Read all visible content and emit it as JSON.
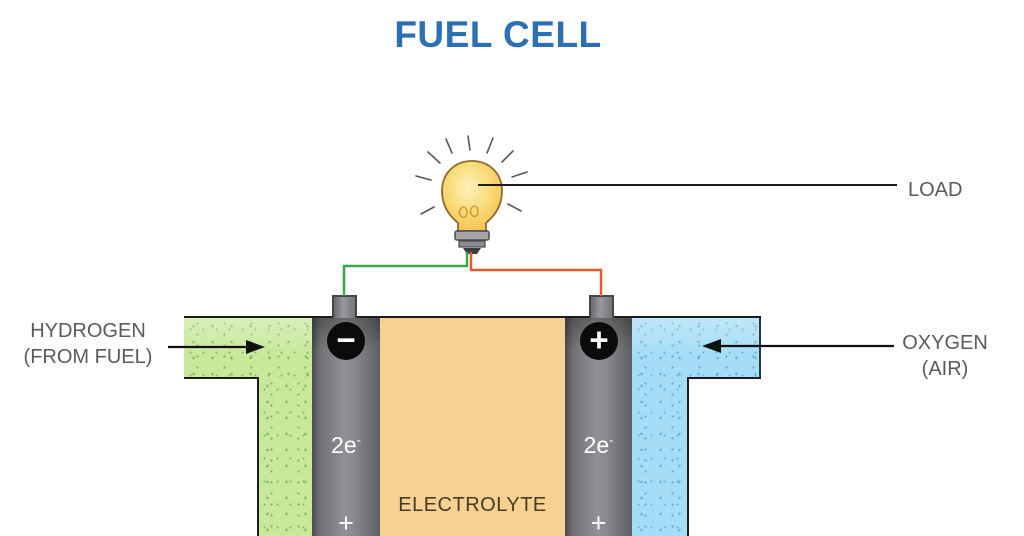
{
  "title": "FUEL CELL",
  "load": {
    "label": "LOAD"
  },
  "hydrogen": {
    "line1": "HYDROGEN",
    "line2": "(FROM FUEL)"
  },
  "oxygen": {
    "line1": "OXYGEN",
    "line2": "(AIR)"
  },
  "electrolyte": {
    "label": "ELECTROLYTE"
  },
  "anode": {
    "polarity": "−",
    "electrons": "2e",
    "electrons_sup": "-",
    "terminal": "+"
  },
  "cathode": {
    "polarity": "+",
    "electrons": "2e",
    "electrons_sup": "-",
    "terminal": "+"
  },
  "icons": {
    "load_indicator": "light-bulb-icon"
  },
  "colors": {
    "title-blue": "#2d6fb3",
    "label-gray": "#595a5c",
    "h2-green": "#c8e89b",
    "h2-speckle": "#7fbd55",
    "o2-blue": "#a6ddf6",
    "o2-speckle": "#62b4dd",
    "electrolyte-tan": "#f6d192",
    "electrolyte-text": "#473c22",
    "wire-green": "#3ba54a",
    "wire-orange": "#e55c2c",
    "line-dark": "#1c1c1c"
  }
}
